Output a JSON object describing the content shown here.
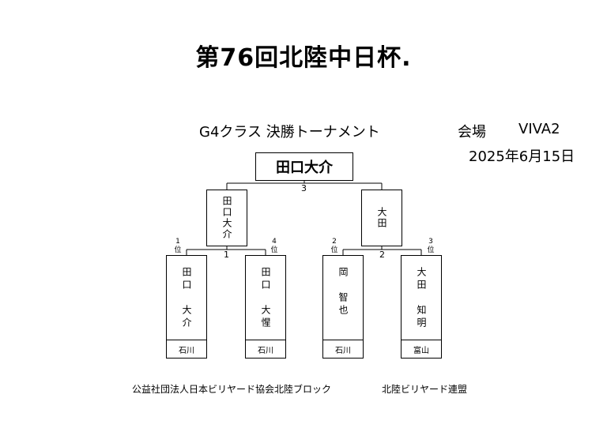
{
  "title": "第76回北陸中日杯.",
  "subtitle": "G4クラス 決勝トーナメント",
  "venue_label": "会場",
  "venue_name": "VIVA2",
  "date": "2025年6月15日",
  "winner": "田口大介",
  "final_match_number": "3",
  "semifinals": [
    {
      "name": "田口大介",
      "match_number": "1"
    },
    {
      "name": "大田",
      "match_number": "2"
    }
  ],
  "players": [
    {
      "seed": "1\n位",
      "name": "田口　大介",
      "prefecture": "石川"
    },
    {
      "seed": "4\n位",
      "name": "田口　大惺",
      "prefecture": "石川"
    },
    {
      "seed": "2\n位",
      "name": "岡　智也",
      "prefecture": "石川"
    },
    {
      "seed": "3\n位",
      "name": "大田　知明",
      "prefecture": "富山"
    }
  ],
  "footer": {
    "organizer": "公益社団法人日本ビリヤード協会北陸ブロック",
    "federation": "北陸ビリヤード連盟"
  }
}
